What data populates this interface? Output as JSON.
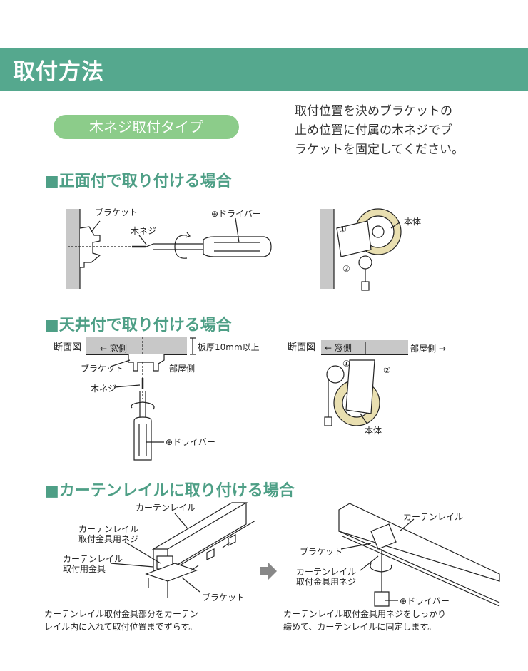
{
  "header": {
    "title": "取付方法"
  },
  "type_badge": "木ネジ取付タイプ",
  "intro_lines": [
    "取付位置を決めブラケットの",
    "止め位置に付属の木ネジでブ",
    "ラケットを固定してください。"
  ],
  "sections": [
    {
      "heading": "■正面付で取り付ける場合",
      "left_labels": {
        "bracket": "ブラケット",
        "screw": "木ネジ",
        "driver": "⊕ドライバー"
      },
      "right_labels": {
        "body": "本体",
        "step1": "①",
        "step2": "②"
      }
    },
    {
      "heading": "■天井付で取り付ける場合",
      "left_labels": {
        "section_view": "断面図",
        "window_side": "← 窓側",
        "thickness": "板厚10mm以上",
        "bracket": "ブラケット",
        "room_side": "部屋側",
        "screw": "木ネジ",
        "driver": "⊕ドライバー"
      },
      "right_labels": {
        "section_view": "断面図",
        "window_side": "← 窓側",
        "room_side": "部屋側 →",
        "step1": "①",
        "step2": "②",
        "body": "本体"
      }
    },
    {
      "heading": "■カーテンレイルに取り付ける場合",
      "left_labels": {
        "rail": "カーテンレイル",
        "rail_screw_1": "カーテンレイル",
        "rail_screw_2": "取付金具用ネジ",
        "fitting_1": "カーテンレイル",
        "fitting_2": "取付用金具",
        "bracket": "ブラケット"
      },
      "left_caption": [
        "カーテンレイル取付金具部分をカーテン",
        "レイル内に入れて取付位置までずらす。"
      ],
      "right_labels": {
        "rail": "カーテンレイル",
        "bracket": "ブラケット",
        "rail_screw_1": "カーテンレイル",
        "rail_screw_2": "取付金具用ネジ",
        "driver": "⊕ドライバー"
      },
      "right_caption": [
        "カーテンレイル取付金具用ネジをしっかり",
        "締めて、カーテンレイルに固定します。"
      ]
    }
  ],
  "colors": {
    "header": "#55a88e",
    "badge": "#8ccc8a",
    "heading": "#4e9f86"
  }
}
